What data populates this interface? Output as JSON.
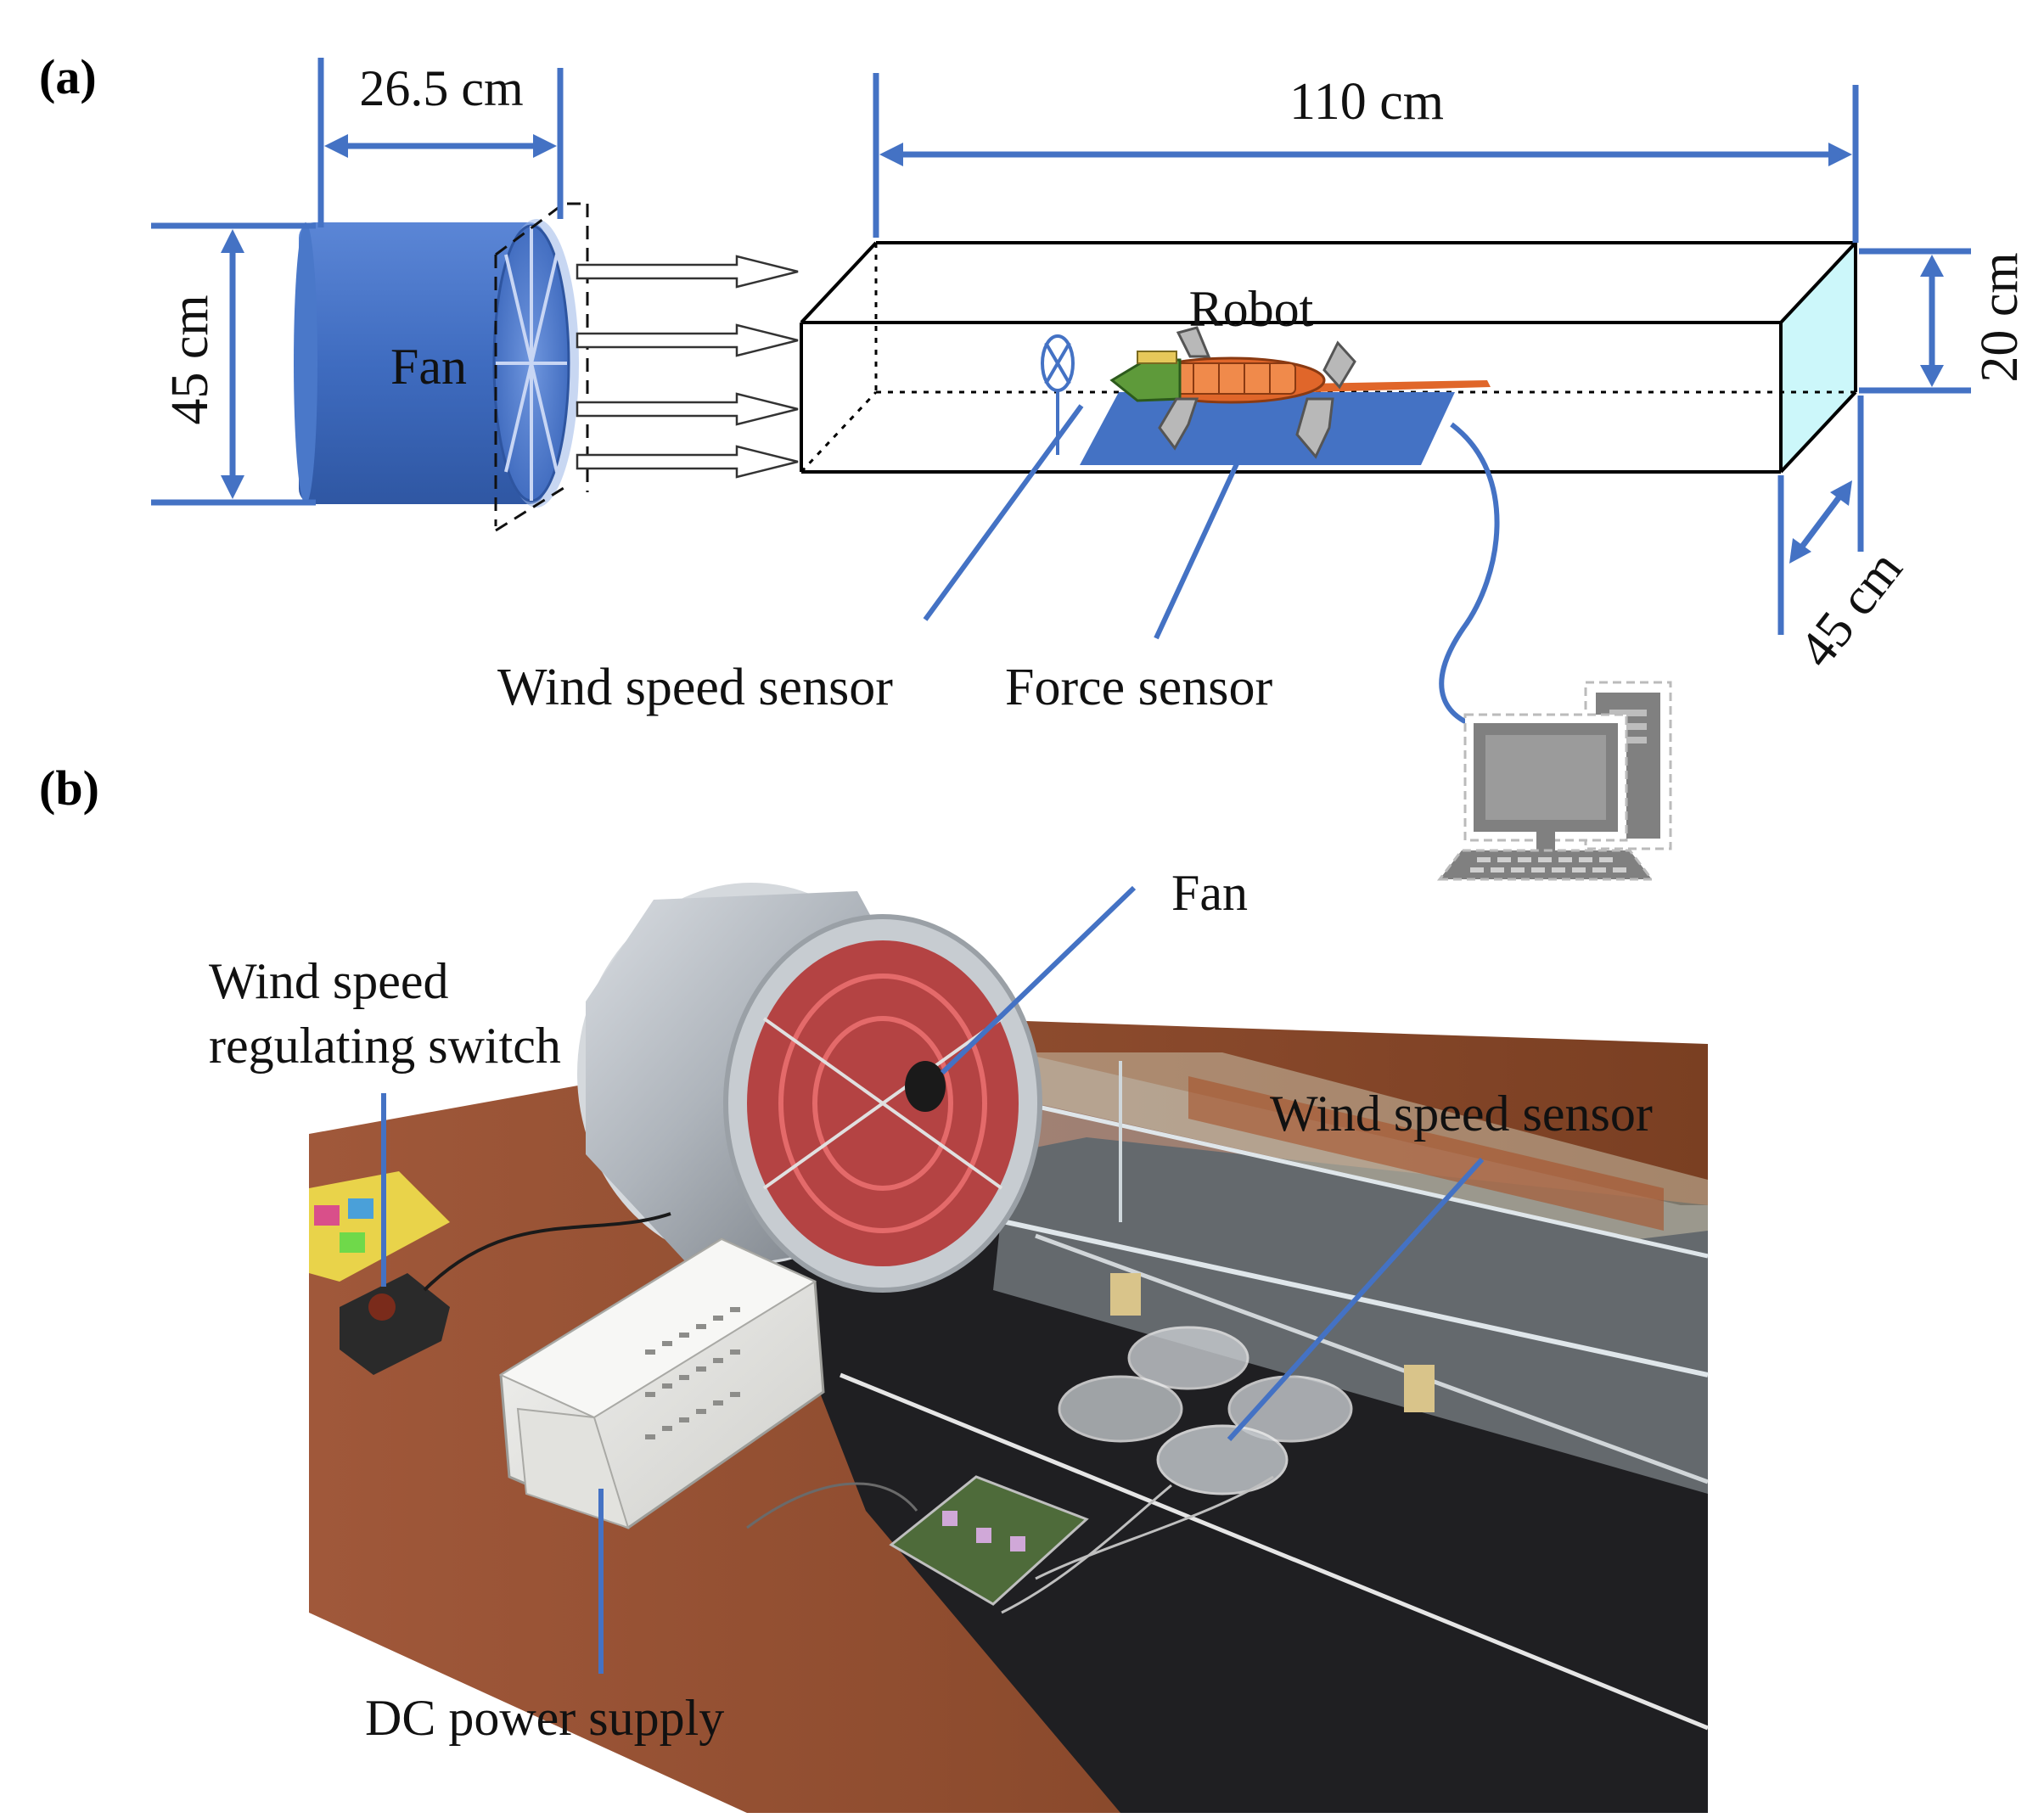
{
  "panels": {
    "a": "(a)",
    "b": "(b)"
  },
  "dimensions": {
    "fan_depth": "26.5 cm",
    "fan_height": "45 cm",
    "tunnel_length": "110 cm",
    "tunnel_height": "20 cm",
    "tunnel_width": "45 cm"
  },
  "diagram_labels": {
    "fan": "Fan",
    "robot": "Robot",
    "wind_speed_sensor": "Wind speed sensor",
    "force_sensor": "Force sensor"
  },
  "photo_labels": {
    "fan": "Fan",
    "wind_speed_regulating_switch_line1": "Wind speed",
    "wind_speed_regulating_switch_line2": "regulating switch",
    "wind_speed_sensor": "Wind speed sensor",
    "dc_power_supply": "DC power supply"
  },
  "colors": {
    "annotation_blue": "#4472c4",
    "fan_blue": "#4472c4",
    "robot_orange": "#e0662a",
    "exit_cyan": "#ccf7fa",
    "table_brown": "#8b4a2b",
    "mat_black": "#1f1f22",
    "computer_gray": "#808080"
  }
}
